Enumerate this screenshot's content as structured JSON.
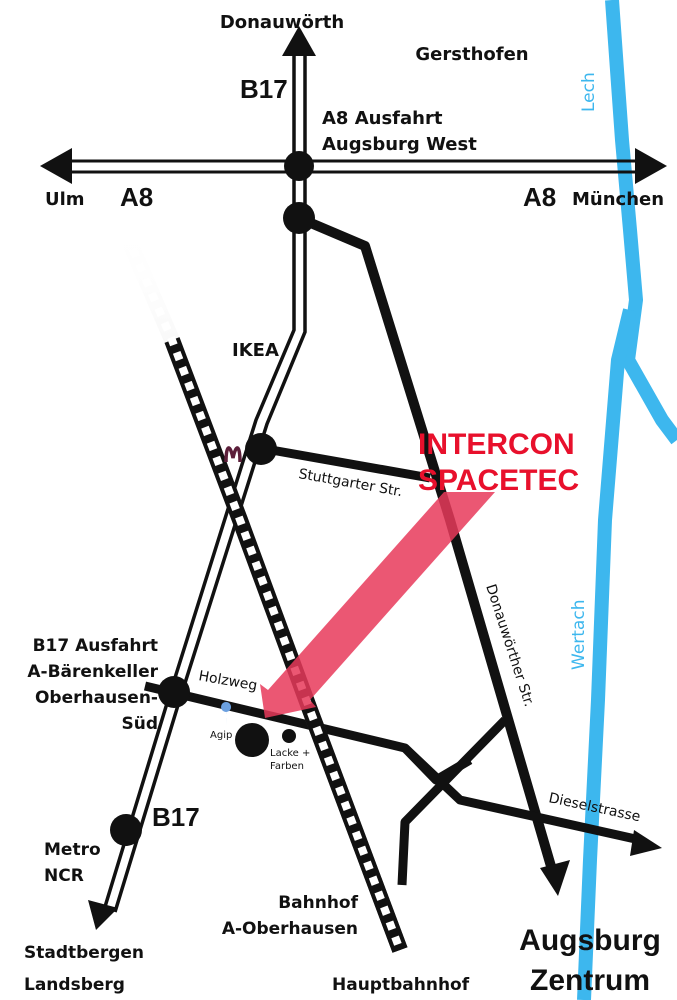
{
  "colors": {
    "river": "#3db7ee",
    "brand_red": "#e8102c",
    "arrow_pink": "#e8395a",
    "road": "#111111"
  },
  "places": {
    "donauwoerth": "Donauwörth",
    "gersthofen": "Gersthofen",
    "ulm": "Ulm",
    "muenchen": "München",
    "ikea": "IKEA",
    "augsburg_line1": "Augsburg",
    "augsburg_line2": "Zentrum",
    "hauptbahnhof": "Hauptbahnhof",
    "stadtbergen": "Stadtbergen",
    "landsberg": "Landsberg"
  },
  "roads": {
    "b17_top": "B17",
    "b17_bottom": "B17",
    "a8_left": "A8",
    "a8_right": "A8",
    "stuttgarter": "Stuttgarter Str.",
    "donauwoerther": "Donauwörther Str.",
    "holzweg": "Holzweg",
    "dieselstrasse": "Dieselstrasse"
  },
  "rivers": {
    "lech": "Lech",
    "wertach": "Wertach"
  },
  "exits": {
    "a8_line1": "A8 Ausfahrt",
    "a8_line2": "Augsburg West",
    "b17_line1": "B17 Ausfahrt",
    "b17_line2": "A-Bärenkeller",
    "b17_line3": "Oberhausen-",
    "b17_line4": "Süd"
  },
  "poi": {
    "metro_line1": "Metro",
    "metro_line2": "NCR",
    "agip": "Agip",
    "lacke_line1": "Lacke +",
    "lacke_line2": "Farben",
    "bahnhof_line1": "Bahnhof",
    "bahnhof_line2": "A-Oberhausen",
    "mcdonalds_icon": "mcdonalds-icon"
  },
  "company": {
    "line1": "INTERCON",
    "line2": "SPACETEC"
  }
}
